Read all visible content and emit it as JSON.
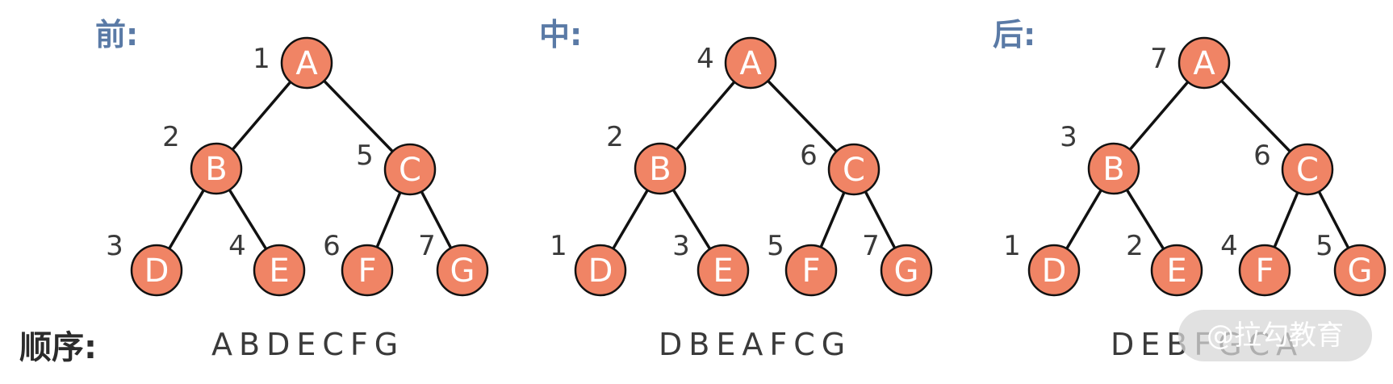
{
  "order_label": "顺序:",
  "watermark": "@拉勾教育",
  "colors": {
    "node_fill": "#f08465",
    "node_stroke": "#111111",
    "edge": "#111111",
    "title": "#5a7aa6",
    "text": "#3a3a3a"
  },
  "panels": [
    {
      "title": "前:",
      "sequence": "ABDECFG",
      "order": {
        "A": "1",
        "B": "2",
        "D": "3",
        "E": "4",
        "C": "5",
        "F": "6",
        "G": "7"
      }
    },
    {
      "title": "中:",
      "sequence": "DBEAFCG",
      "order": {
        "A": "4",
        "B": "2",
        "D": "1",
        "E": "3",
        "C": "6",
        "F": "5",
        "G": "7"
      }
    },
    {
      "title": "后:",
      "sequence": "DEBFGCA",
      "order": {
        "A": "7",
        "B": "3",
        "D": "1",
        "E": "2",
        "C": "6",
        "F": "4",
        "G": "5"
      }
    }
  ],
  "tree": {
    "nodes": [
      "A",
      "B",
      "C",
      "D",
      "E",
      "F",
      "G"
    ],
    "edges": [
      [
        "A",
        "B"
      ],
      [
        "A",
        "C"
      ],
      [
        "B",
        "D"
      ],
      [
        "B",
        "E"
      ],
      [
        "C",
        "F"
      ],
      [
        "C",
        "G"
      ]
    ]
  }
}
